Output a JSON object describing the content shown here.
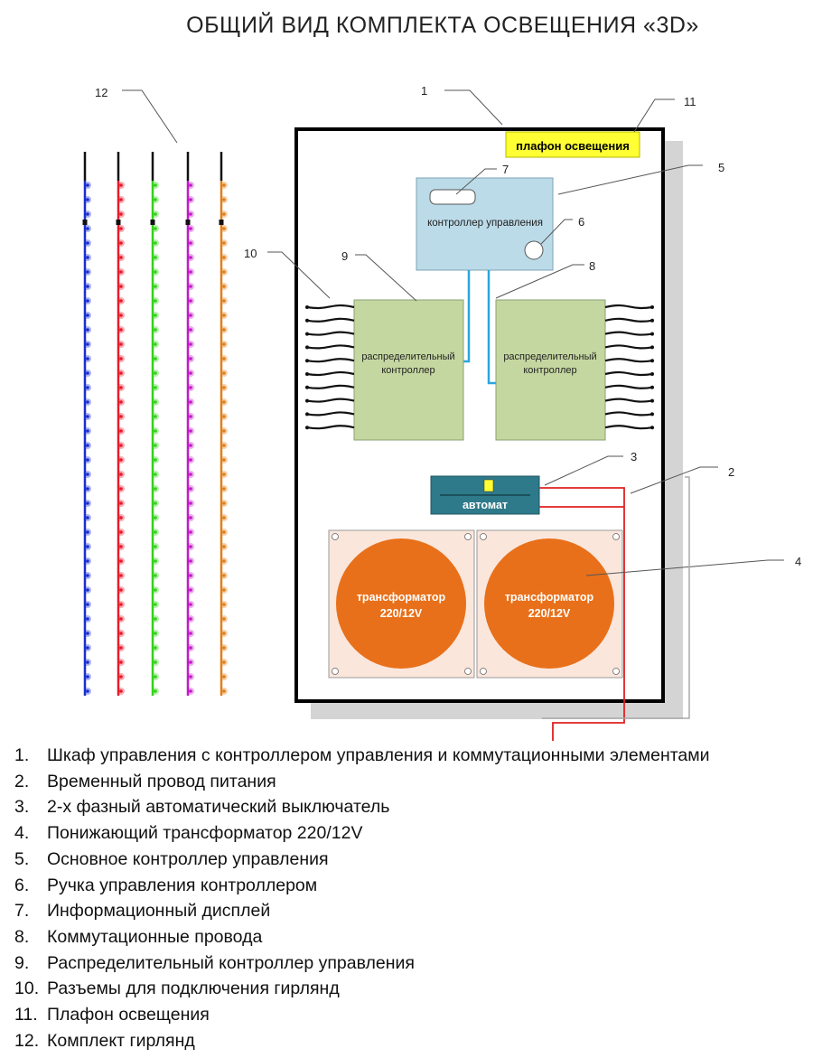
{
  "title": "ОБЩИЙ ВИД КОМПЛЕКТА ОСВЕЩЕНИЯ «3D»",
  "blocks": {
    "lamp": "плафон освещения",
    "main_controller": "контроллер управления",
    "dist_left_line1": "распределительный",
    "dist_left_line2": "контроллер",
    "dist_right_line1": "распределительный",
    "dist_right_line2": "контроллер",
    "breaker": "автомат",
    "trans_left_line1": "трансформатор",
    "trans_left_line2": "220/12V",
    "trans_right_line1": "трансформатор",
    "trans_right_line2": "220/12V"
  },
  "callouts": [
    "1",
    "2",
    "3",
    "4",
    "5",
    "6",
    "7",
    "8",
    "9",
    "10",
    "11",
    "12"
  ],
  "colors": {
    "cabinet_border": "#000000",
    "lamp_fill": "#ffff33",
    "controller_fill": "#bcdbe8",
    "dist_fill": "#c5d7a0",
    "breaker_fill": "#2e7a8a",
    "transformer_fill": "#e8701a",
    "transformer_bg": "#fbe6dc",
    "red_wire": "#e02020",
    "blue_wire": "#2aa6e0"
  },
  "garland_colors": [
    "#1a2fd0",
    "#e81a2a",
    "#33d11a",
    "#c21ac8",
    "#e0801a"
  ],
  "legend": [
    {
      "num": "1.",
      "text": "Шкаф управления с контроллером управления и коммутационными элементами"
    },
    {
      "num": "2.",
      "text": "Временный провод питания"
    },
    {
      "num": "3.",
      "text": "2-х фазный автоматический выключатель"
    },
    {
      "num": "4.",
      "text": "Понижающий трансформатор 220/12V"
    },
    {
      "num": "5.",
      "text": "Основное контроллер управления"
    },
    {
      "num": "6.",
      "text": "Ручка управления контроллером"
    },
    {
      "num": "7.",
      "text": "Информационный дисплей"
    },
    {
      "num": "8.",
      "text": "Коммутационные провода"
    },
    {
      "num": "9.",
      "text": "Распределительный контроллер управления"
    },
    {
      "num": "10.",
      "text": "Разъемы для подключения гирлянд"
    },
    {
      "num": "11.",
      "text": "Плафон освещения"
    },
    {
      "num": "12.",
      "text": "Комплект гирлянд"
    }
  ]
}
